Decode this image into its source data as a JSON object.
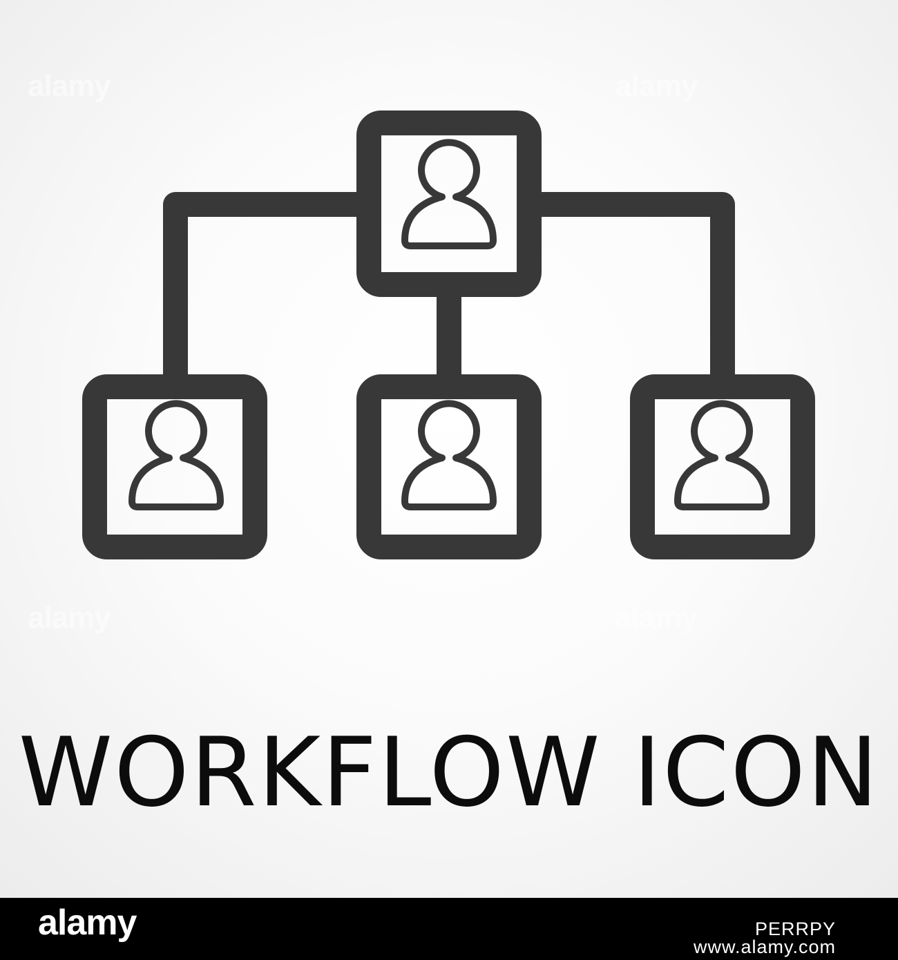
{
  "icon": "workflow-org-chart-icon",
  "title": "WORKFLOW ICON",
  "watermark": "alamy",
  "footer": {
    "logo": "alamy",
    "image_id": "PERRPY",
    "site": "www.alamy.com"
  },
  "colors": {
    "icon": "#383838",
    "title": "#0c0c0c",
    "footer_bg": "#000000",
    "footer_text": "#ffffff"
  }
}
